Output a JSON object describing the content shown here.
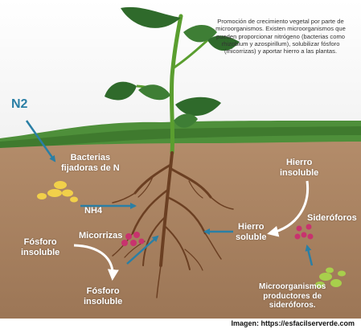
{
  "caption": "Promoción de crecimiento vegetal por parte de microorganismos. Existen microorganismos que pueden proporcionar nitrógeno (bacterias como rhizobium y azospirillum), solubilizar fósforo (micorrizas) y aportar hierro a las plantas.",
  "labels": {
    "n2": "N2",
    "bacteria_line1": "Bacterias",
    "bacteria_line2": "fijadoras de N",
    "nh4": "NH4",
    "hierro_insoluble_line1": "Hierro",
    "hierro_insoluble_line2": "insoluble",
    "sideroforos": "Sideróforos",
    "hierro_soluble_line1": "Hierro",
    "hierro_soluble_line2": "soluble",
    "micorrizas": "Micorrizas",
    "fosforo_insoluble_line1": "Fósforo",
    "fosforo_insoluble_line2": "insoluble",
    "fosforo_soluble_line1": "Fósforo",
    "fosforo_soluble_line2": "insoluble",
    "micro_line1": "Microorganismos",
    "micro_line2": "productores de",
    "micro_line3": "sideróforos."
  },
  "credit": "Imagen: https://esfacilserverde.com",
  "colors": {
    "soil": "#a98463",
    "grass": "#4e8f3a",
    "arrow_blue": "#2a7fa5",
    "label_blue": "#2a7fa5",
    "bacteria": "#f1d04a",
    "mycorrhiza": "#c8336e",
    "microorganisms": "#a8cf4c"
  }
}
